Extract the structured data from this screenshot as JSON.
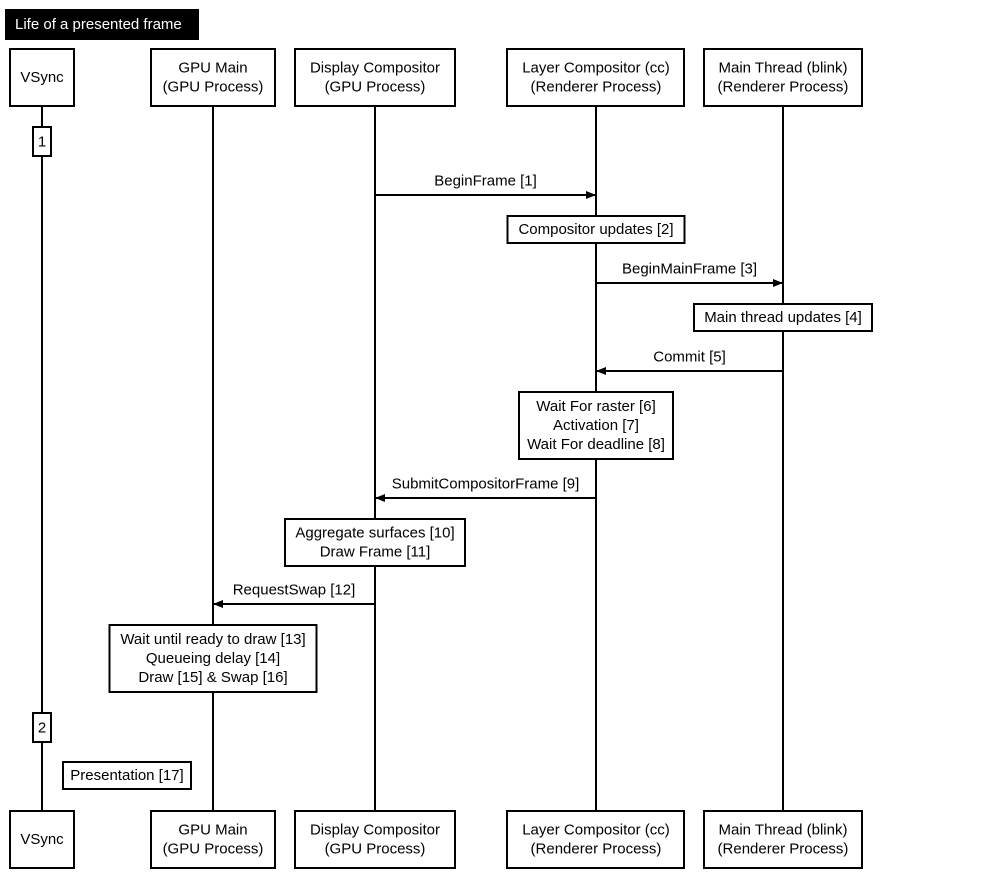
{
  "title": "Life of a presented frame",
  "participants": [
    {
      "id": "vsync",
      "lines": [
        "VSync"
      ]
    },
    {
      "id": "gpu-main",
      "lines": [
        "GPU Main",
        "(GPU Process)"
      ]
    },
    {
      "id": "display-compositor",
      "lines": [
        "Display Compositor",
        "(GPU Process)"
      ]
    },
    {
      "id": "layer-compositor",
      "lines": [
        "Layer Compositor (cc)",
        "(Renderer Process)"
      ]
    },
    {
      "id": "main-thread",
      "lines": [
        "Main Thread (blink)",
        "(Renderer Process)"
      ]
    }
  ],
  "vsync_markers": [
    "1",
    "2"
  ],
  "messages": [
    {
      "from": "display-compositor",
      "to": "layer-compositor",
      "label": "BeginFrame [1]"
    },
    {
      "from": "layer-compositor",
      "to": "main-thread",
      "label": "BeginMainFrame [3]"
    },
    {
      "from": "main-thread",
      "to": "layer-compositor",
      "label": "Commit [5]"
    },
    {
      "from": "layer-compositor",
      "to": "display-compositor",
      "label": "SubmitCompositorFrame [9]"
    },
    {
      "from": "display-compositor",
      "to": "gpu-main",
      "label": "RequestSwap [12]"
    }
  ],
  "notes": [
    {
      "on": "layer-compositor",
      "lines": [
        "Compositor updates [2]"
      ]
    },
    {
      "on": "main-thread",
      "lines": [
        "Main thread updates [4]"
      ]
    },
    {
      "on": "layer-compositor",
      "lines": [
        "Wait For raster [6]",
        "Activation [7]",
        "Wait For deadline [8]"
      ]
    },
    {
      "on": "display-compositor",
      "lines": [
        "Aggregate surfaces [10]",
        "Draw Frame [11]"
      ]
    },
    {
      "on": "gpu-main",
      "lines": [
        "Wait until ready to draw [13]",
        "Queueing delay [14]",
        "Draw [15] & Swap [16]"
      ]
    },
    {
      "on": "vsync",
      "lines": [
        "Presentation [17]"
      ]
    }
  ]
}
